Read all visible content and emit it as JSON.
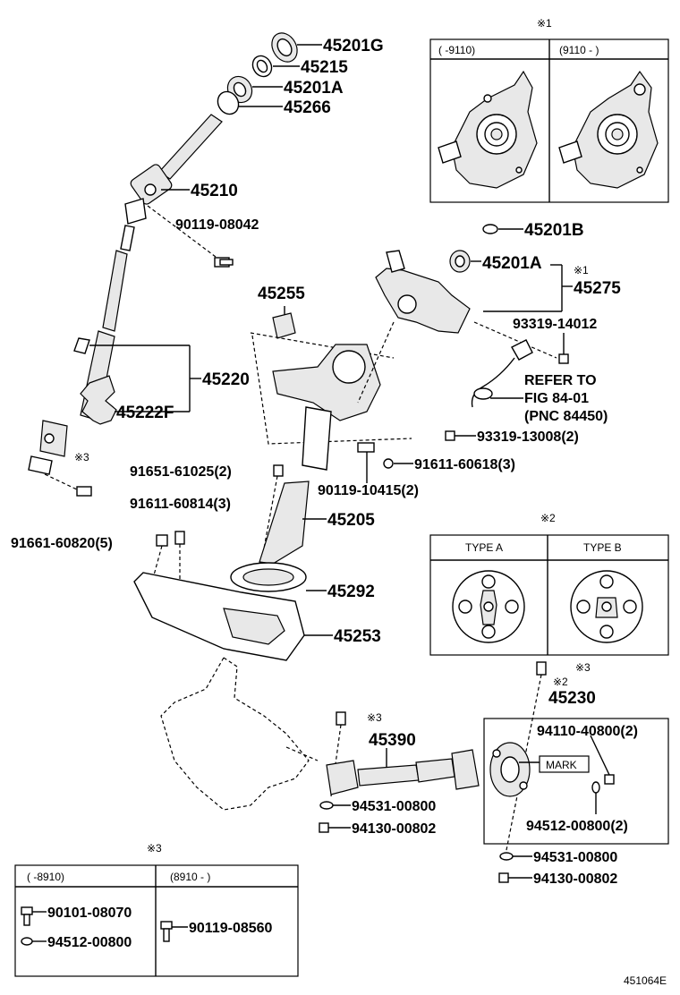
{
  "figure_id": "451064E",
  "parts": {
    "p45201G": "45201G",
    "p45215": "45215",
    "p45201A_top": "45201A",
    "p45266": "45266",
    "p45210": "45210",
    "p90119_08042": "90119-08042",
    "p45255": "45255",
    "p45220": "45220",
    "p45222F": "45222F",
    "p45201B": "45201B",
    "p45201A_mid": "45201A",
    "p45275": "45275",
    "p93319_14012": "93319-14012",
    "refer_line1": "REFER TO",
    "refer_line2": "FIG 84-01",
    "refer_line3": "(PNC 84450)",
    "p93319_13008": "93319-13008(2)",
    "p91611_60618": "91611-60618(3)",
    "p91651_61025": "91651-61025(2)",
    "p90119_10415": "90119-10415(2)",
    "p91611_60814": "91611-60814(3)",
    "p45205": "45205",
    "p91661_60820": "91661-60820(5)",
    "p45292": "45292",
    "p45253": "45253",
    "p45230": "45230",
    "p45390": "45390",
    "p94110_40800": "94110-40800(2)",
    "mark": "MARK",
    "p94531_00800_a": "94531-00800",
    "p94130_00802_a": "94130-00802",
    "p94512_00800_2": "94512-00800(2)",
    "p94531_00800_b": "94531-00800",
    "p94130_00802_b": "94130-00802",
    "p90101_08070": "90101-08070",
    "p94512_00800": "94512-00800",
    "p90119_08560": "90119-08560"
  },
  "notes": {
    "n1": "※1",
    "n2": "※2",
    "n3": "※3"
  },
  "inset1": {
    "col1": "(       -9110)",
    "col2": "(9110 -       )"
  },
  "inset2": {
    "col1": "TYPE A",
    "col2": "TYPE B"
  },
  "inset3": {
    "col1": "(       -8910)",
    "col2": "(8910 -       )"
  }
}
